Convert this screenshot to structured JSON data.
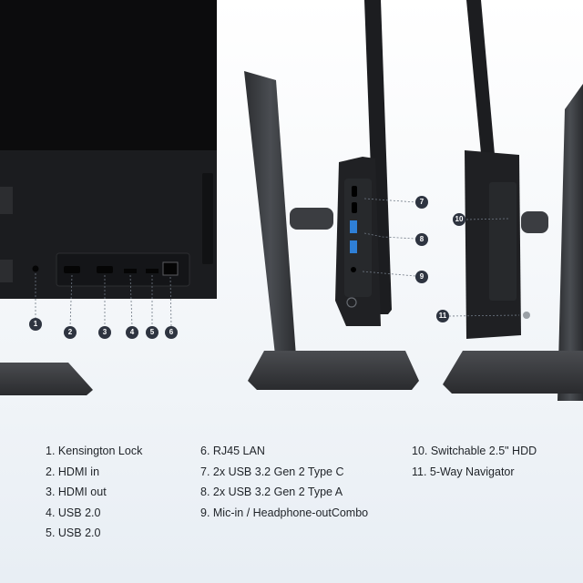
{
  "colors": {
    "badge": "#2e3440",
    "body": "#1c1d20",
    "stand": "#3a3c40",
    "usb_a": "#2f7fd6"
  },
  "badges": [
    "1",
    "2",
    "3",
    "4",
    "5",
    "6",
    "7",
    "8",
    "9",
    "10",
    "11"
  ],
  "legend": {
    "col1": [
      "1. Kensington Lock",
      "2. HDMI in",
      "3. HDMI out",
      "4. USB 2.0",
      "5. USB 2.0"
    ],
    "col2": [
      "6. RJ45 LAN",
      "7. 2x USB 3.2 Gen 2 Type C",
      "8. 2x USB 3.2 Gen 2 Type A",
      "9. Mic-in / Headphone-outCombo"
    ],
    "col3": [
      "10. Switchable 2.5\" HDD",
      "11. 5-Way Navigator"
    ]
  }
}
